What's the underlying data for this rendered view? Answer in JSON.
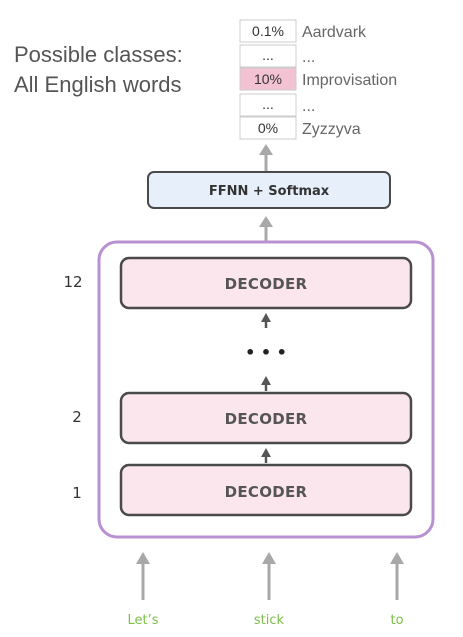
{
  "classes": {
    "title_line1": "Possible classes:",
    "title_line2": "All English words"
  },
  "output_table": [
    {
      "prob": "0.1%",
      "word": "Aardvark",
      "highlight": false
    },
    {
      "prob": "...",
      "word": "...",
      "highlight": false
    },
    {
      "prob": "10%",
      "word": "Improvisation",
      "highlight": true
    },
    {
      "prob": "...",
      "word": "...",
      "highlight": false
    },
    {
      "prob": "0%",
      "word": "Zyzzyva",
      "highlight": false
    }
  ],
  "ffnn": {
    "label": "FFNN + Softmax"
  },
  "decoders": [
    {
      "layer": "12",
      "label": "DECODER"
    },
    {
      "layer": "2",
      "label": "DECODER"
    },
    {
      "layer": "1",
      "label": "DECODER"
    }
  ],
  "ellipsis": "• • •",
  "inputs": [
    {
      "word": "Let’s"
    },
    {
      "word": "stick"
    },
    {
      "word": "to"
    }
  ],
  "colors": {
    "highlight_cell": "#f3c3d3",
    "decoder_fill": "#fbe6ee",
    "decoder_stroke": "#4a4a4a",
    "stack_stroke": "#b891d0",
    "ffnn_fill": "#e6effa",
    "arrow_gray": "#a8a8a8",
    "arrow_dark": "#555555",
    "input_green": "#7cc04a"
  }
}
